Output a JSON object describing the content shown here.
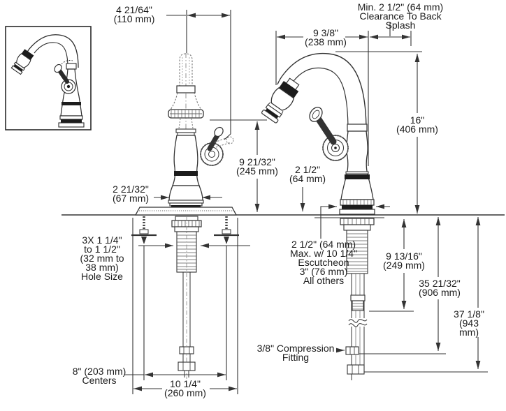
{
  "diagram": {
    "type": "faucet-installation-dimension-drawing",
    "colors": {
      "line": "#333333",
      "dark_fill": "#1c1c1c",
      "background": "#ffffff"
    }
  },
  "labels": {
    "dim_spout_offset": "4 21/64\"\n(110 mm)",
    "clearance_note": "Min. 2 1/2\" (64 mm)\nClearance To Back Splash",
    "dim_spout_reach": "9 3/8\"\n(238 mm)",
    "dim_overall_height": "16\"\n(406 mm)",
    "dim_outlet_height": "9 21/32\"\n(245 mm)",
    "dim_base_clearance": "2 1/2\"\n(64 mm)",
    "dim_base_width": "2 21/32\"\n(67 mm)",
    "hole_size_note": "3X 1 1/4\"\nto 1 1/2\"\n(32 mm to\n38 mm)\nHole Size",
    "escutcheon_note": "2 1/2\" (64 mm)\nMax. w/ 10 1/4\"\nEscutcheon\n3\" (76 mm)\nAll others",
    "dim_shank_depth": "9 13/16\"\n(249 mm)",
    "dim_supply_length_1": "35 21/32\"\n(906 mm)",
    "dim_supply_length_2": "37 1/8\"\n(943 mm)",
    "compression_note": "3/8\" Compression\nFitting",
    "dim_hole_centers": "8\" (203 mm)\nCenters",
    "dim_escutcheon_width": "10 1/4\"\n(260 mm)"
  }
}
